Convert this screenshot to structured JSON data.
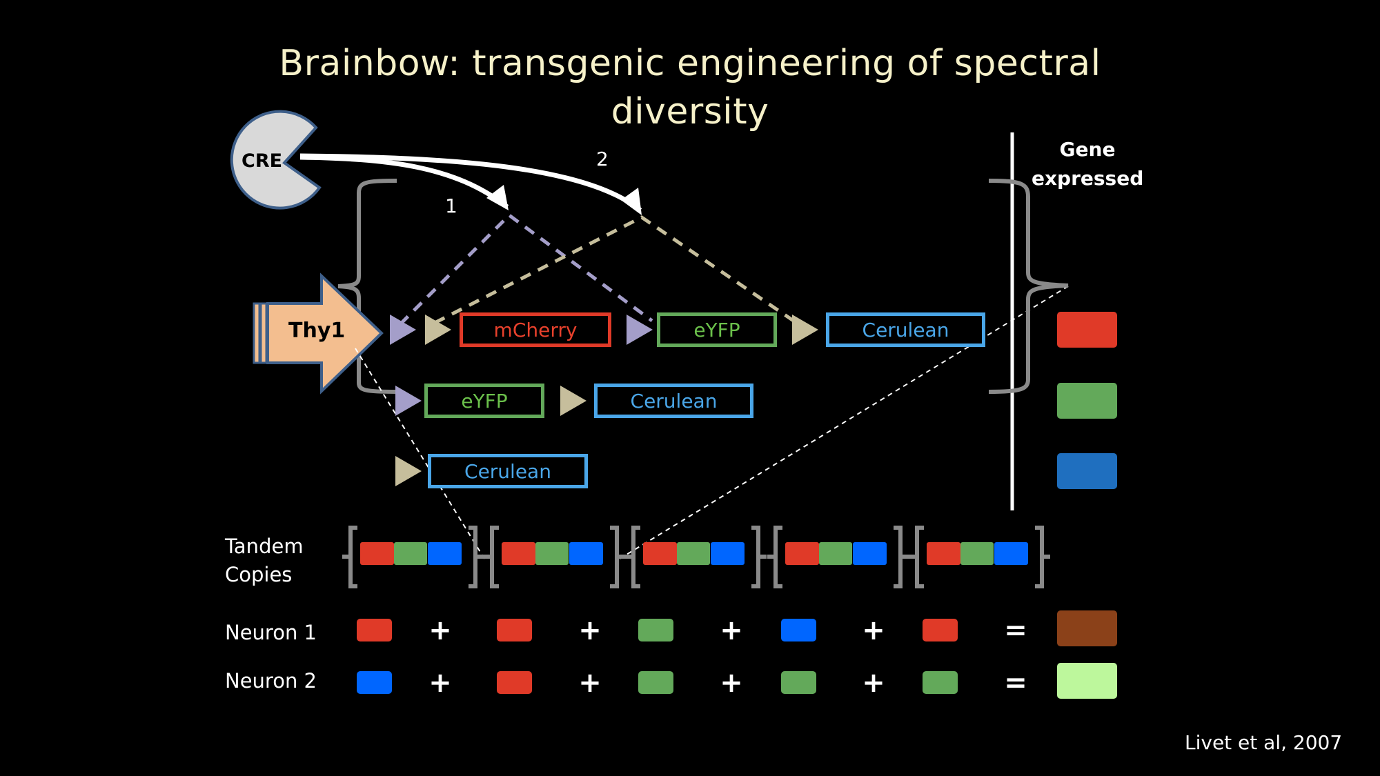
{
  "slide": {
    "title_line1": "Brainbow: transgenic engineering of spectral",
    "title_line2": "diversity",
    "citation": "Livet et al, 2007"
  },
  "cre": {
    "label": "CRE",
    "arrow_labels": [
      "1",
      "2"
    ]
  },
  "promoter": {
    "label": "Thy1"
  },
  "colors": {
    "title": "#F6F1C9",
    "red": "#E03A28",
    "green": "#63A95A",
    "blue": "#0066FF",
    "expressed_blue": "#1F6FBF",
    "mcherry_text": "#E8412C",
    "eyfp_text": "#6BC04B",
    "cerulean": "#4AA6E8",
    "lox_purple": "#A49EC9",
    "lox_tan": "#C6BE9C",
    "thy1_fill": "#F3BE8F",
    "thy1_stroke": "#3E5F8A",
    "bracket_gray": "#8A8A8A",
    "neuron1_result": "#8B4119",
    "neuron2_result": "#BDF79C"
  },
  "construct_rows": [
    {
      "lox": [
        "purple",
        "tan"
      ],
      "genes": [
        {
          "name": "mCherry",
          "color": "red"
        },
        {
          "lox_before": "purple",
          "name": "eYFP",
          "color": "green"
        },
        {
          "lox_before": "tan",
          "name": "Cerulean",
          "color": "blue"
        }
      ]
    },
    {
      "lox": [
        "purple"
      ],
      "genes": [
        {
          "name": "eYFP",
          "color": "green"
        },
        {
          "lox_before": "tan",
          "name": "Cerulean",
          "color": "blue"
        }
      ]
    },
    {
      "lox": [
        "tan"
      ],
      "genes": [
        {
          "name": "Cerulean",
          "color": "blue"
        }
      ]
    }
  ],
  "gene_expressed": {
    "header_line1": "Gene",
    "header_line2": "expressed",
    "swatches": [
      "red",
      "green",
      "blue"
    ]
  },
  "tandem": {
    "label_line1": "Tandem",
    "label_line2": "Copies",
    "copies": [
      [
        "red",
        "green",
        "blue"
      ],
      [
        "red",
        "green",
        "blue"
      ],
      [
        "red",
        "green",
        "blue"
      ],
      [
        "red",
        "green",
        "blue"
      ],
      [
        "red",
        "green",
        "blue"
      ]
    ]
  },
  "neurons": [
    {
      "label": "Neuron 1",
      "copies": [
        "red",
        "red",
        "green",
        "blue",
        "red"
      ],
      "result": "brown",
      "result_color": "#8B4119"
    },
    {
      "label": "Neuron 2",
      "copies": [
        "blue",
        "red",
        "green",
        "green",
        "green"
      ],
      "result": "light-green",
      "result_color": "#BDF79C"
    }
  ],
  "operators": {
    "plus": "+",
    "equals": "="
  }
}
